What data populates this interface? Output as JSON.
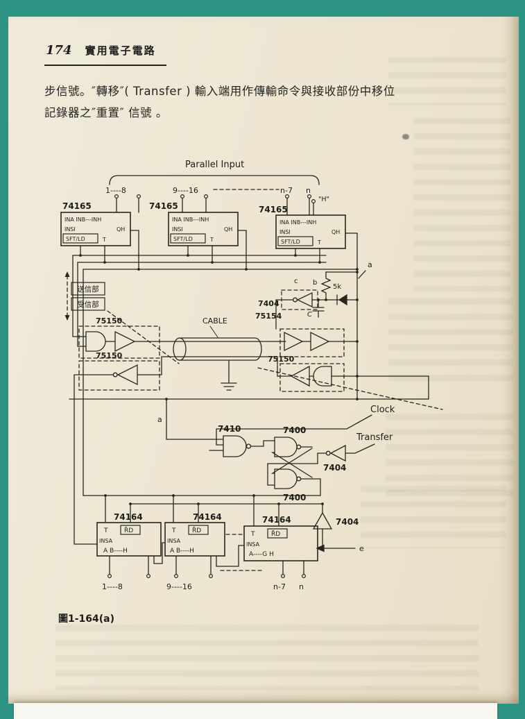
{
  "page": {
    "number": "174",
    "book_title": "實用電子電路"
  },
  "body_text": {
    "line1": "步信號。″轉移″( Transfer ) 輸入端用作傳輸命令與接收部份中移位",
    "line2": "記錄器之″重置″ 信號 。"
  },
  "figure": {
    "caption": "圖1-164(a)",
    "top": {
      "title": "Parallel Input",
      "pins": [
        "1----8",
        "9----16",
        "n-7",
        "n"
      ],
      "high": "\"H\""
    },
    "ics": {
      "shift_register_in": "74165",
      "shift_register_out": "74164",
      "line_driver": "75150",
      "line_receiver": "75154",
      "inverter": "7404",
      "nand3": "7410",
      "nand2": "7400"
    },
    "chip74165": {
      "inputs": "INA INB---INH",
      "serial_in": "INSI",
      "q_out": "QH",
      "load": "SFT/LD",
      "clock": "T"
    },
    "chip74164": {
      "clock": "T",
      "reset": "R̄D",
      "serial_in": "INSA",
      "outputs_abh": "A B----H",
      "outputs_agh": "A----G H"
    },
    "net": {
      "a": "a",
      "b": "b",
      "c": "c",
      "e": "e",
      "resistor": "5k",
      "capacitor": "C",
      "cable": "CABLE",
      "clock": "Clock",
      "transfer": "Transfer",
      "tx": "送信部",
      "rx": "受信部"
    },
    "bottom_pins": [
      "1----8",
      "9----16",
      "n-7",
      "n"
    ]
  }
}
